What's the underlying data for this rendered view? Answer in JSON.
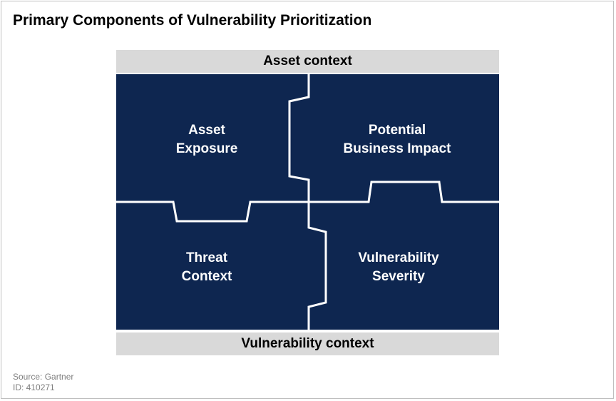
{
  "title": "Primary Components of Vulnerability Prioritization",
  "bands": {
    "top": "Asset context",
    "bottom": "Vulnerability context"
  },
  "quadrants": {
    "top_left": [
      "Asset",
      "Exposure"
    ],
    "top_right": [
      "Potential",
      "Business Impact"
    ],
    "bottom_left": [
      "Threat",
      "Context"
    ],
    "bottom_right": [
      "Vulnerability",
      "Severity"
    ]
  },
  "colors": {
    "piece_fill": "#0e2650",
    "band_fill": "#d9d9d9",
    "divider": "#ffffff"
  },
  "footer": {
    "source": "Source: Gartner",
    "id": "ID: 410271"
  }
}
